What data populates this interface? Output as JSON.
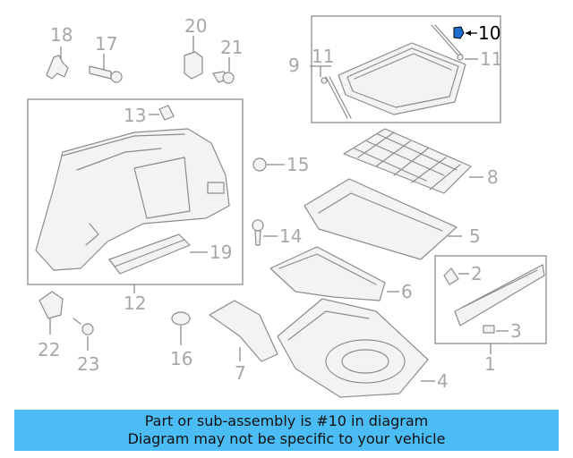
{
  "callouts": {
    "c1": "1",
    "c2": "2",
    "c3": "3",
    "c4": "4",
    "c5": "5",
    "c6": "6",
    "c7": "7",
    "c8": "8",
    "c9": "9",
    "c10": "10",
    "c11a": "11",
    "c11b": "11",
    "c12": "12",
    "c13": "13",
    "c14": "14",
    "c15": "15",
    "c16": "16",
    "c17": "17",
    "c18": "18",
    "c19": "19",
    "c20": "20",
    "c21": "21",
    "c22": "22",
    "c23": "23"
  },
  "highlight_part": "10",
  "colors": {
    "banner": "#4bbcf4",
    "callout": "#a7a7a7",
    "highlight": "#1a6fd0"
  },
  "banner": {
    "line1": "Part or sub-assembly is #10 in diagram",
    "line2": "Diagram may not be specific to your vehicle"
  }
}
